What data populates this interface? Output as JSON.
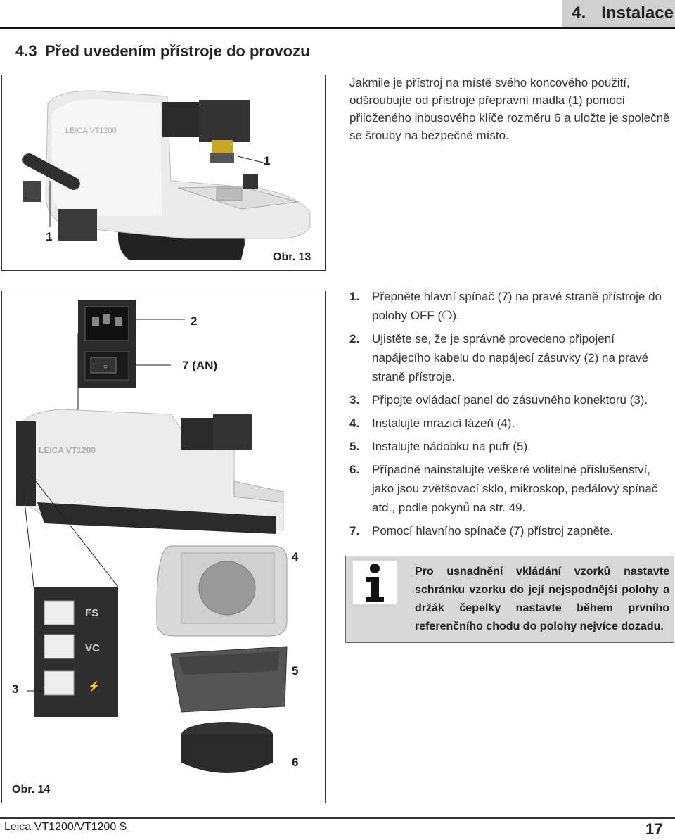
{
  "header": {
    "chapter_number": "4.",
    "chapter_title": "Instalace"
  },
  "section": {
    "number": "4.3",
    "title": "Před uvedením přístroje do provozu"
  },
  "intro_text": "Jakmile je přístroj na místě svého koncového použití, odšroubujte od přístroje přepravní madla (1) pomocí přiloženého inbusového klíče rozměru 6 a uložte je společně se šrouby na bezpečné místo.",
  "figure13": {
    "label": "Obr. 13",
    "callout_top": "1",
    "callout_left": "1",
    "brand_text": "LEICA VT1200"
  },
  "figure14": {
    "label": "Obr. 14",
    "callout_2": "2",
    "callout_7": "7 (AN)",
    "callout_3": "3",
    "callout_4": "4",
    "callout_5": "5",
    "callout_6": "6",
    "switch_off": "○",
    "switch_on": "I",
    "brand_text": "LEICA VT1200",
    "port_labels": [
      "FS",
      "VC",
      "⚡"
    ]
  },
  "steps": [
    {
      "num": "1.",
      "text": "Přepněte hlavní spínač (7) na pravé straně přístroje do polohy OFF (❍)."
    },
    {
      "num": "2.",
      "text": "Ujistěte se, že je správně provedeno připojení napájecího kabelu do napájecí zásuvky (2) na pravé straně přístroje."
    },
    {
      "num": "3.",
      "text": "Připojte ovládací panel do zásuvného konektoru (3)."
    },
    {
      "num": "4.",
      "text": "Instalujte mrazicí lázeň (4)."
    },
    {
      "num": "5.",
      "text": "Instalujte nádobku na pufr (5)."
    },
    {
      "num": "6.",
      "text": "Případně nainstalujte veškeré volitelné příslušenství, jako jsou zvětšovací sklo, mikroskop, pedálový spínač atd., podle pokynů na str. 49."
    },
    {
      "num": "7.",
      "text": "Pomocí hlavního spínače (7) přístroj zapněte."
    }
  ],
  "note": {
    "icon": "info-icon",
    "text": "Pro usnadnění vkládání vzorků nastavte schránku vzorku do její nejspodnější polohy a držák čepelky nastavte během prvního referenčního chodu do polohy nejvíce dozadu."
  },
  "footer": {
    "product": "Leica VT1200/VT1200 S",
    "page_number": "17"
  }
}
